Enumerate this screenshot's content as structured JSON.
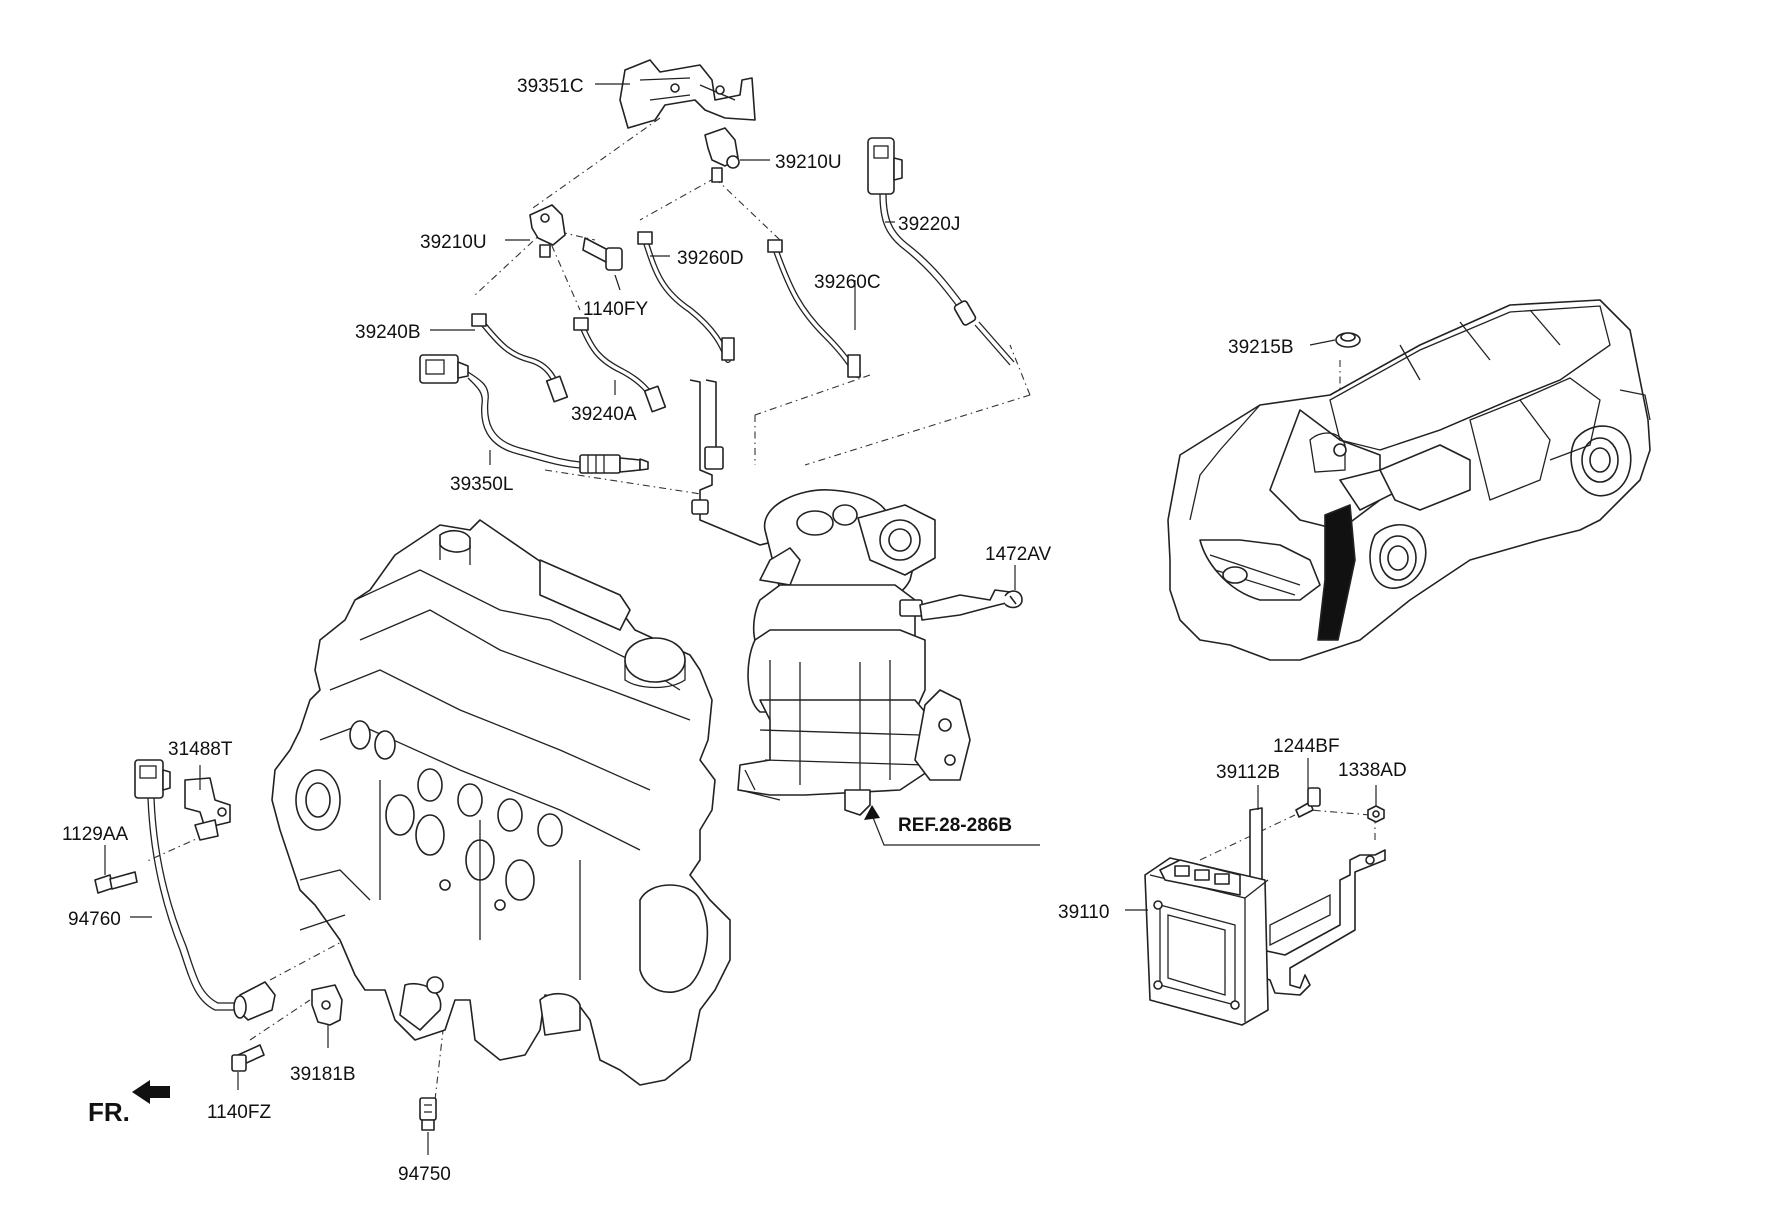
{
  "labels": {
    "p39351C": "39351C",
    "p39210U_top": "39210U",
    "p39210U_left": "39210U",
    "p39220J": "39220J",
    "p39260D": "39260D",
    "p39260C": "39260C",
    "p1140FY": "1140FY",
    "p39240B": "39240B",
    "p39240A": "39240A",
    "p39350L": "39350L",
    "p39215B": "39215B",
    "p1472AV": "1472AV",
    "p31488T": "31488T",
    "p1129AA": "1129AA",
    "p94760": "94760",
    "p39181B": "39181B",
    "p1140FZ": "1140FZ",
    "p94750": "94750",
    "p1244BF": "1244BF",
    "p39112B": "39112B",
    "p1338AD": "1338AD",
    "p39110": "39110",
    "ref": "REF.28-286B",
    "front": "FR."
  },
  "icons": {
    "front_arrow": "arrow-left-icon"
  }
}
